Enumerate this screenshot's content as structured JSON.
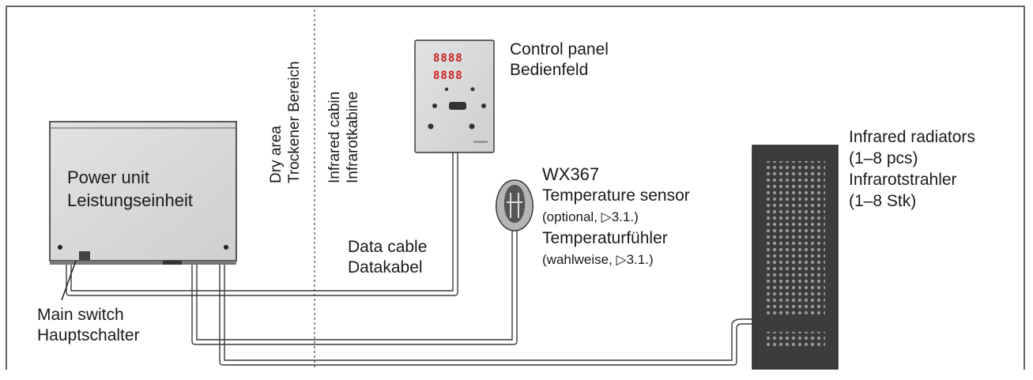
{
  "power_unit": {
    "label_en": "Power unit",
    "label_de": "Leistungseinheit"
  },
  "main_switch": {
    "label_en": "Main switch",
    "label_de": "Hauptschalter"
  },
  "areas": {
    "dry": {
      "label_en": "Dry area",
      "label_de": "Trockener Bereich"
    },
    "cabin": {
      "label_en": "Infrared cabin",
      "label_de": "Infrarotkabine"
    }
  },
  "control_panel": {
    "label_en": "Control panel",
    "label_de": "Bedienfeld",
    "display_top": "8888",
    "display_bottom": "8888"
  },
  "data_cable": {
    "label_en": "Data cable",
    "label_de": "Datakabel"
  },
  "sensor": {
    "model": "WX367",
    "label_en": "Temperature sensor",
    "note_en": "(optional, ▷3.1.)",
    "label_de": "Temperaturfühler",
    "note_de": "(wahlweise, ▷3.1.)"
  },
  "radiators": {
    "label_en": "Infrared radiators",
    "count_en": "(1–8 pcs)",
    "label_de": "Infrarotstrahler",
    "count_de": "(1–8 Stk)"
  },
  "colors": {
    "line": "#3a3a3a",
    "device_fill": "#d9d9d9",
    "radiator_fill": "#3c3c3c",
    "display": "#cc2222"
  }
}
